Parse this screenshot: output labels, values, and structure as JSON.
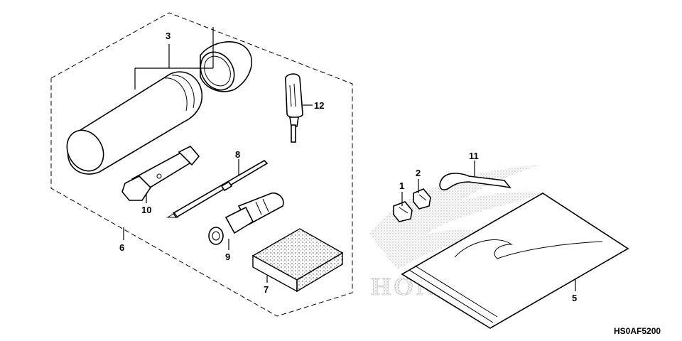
{
  "diagram": {
    "code": "HS0AF5200",
    "watermark": "HONDA",
    "callouts": {
      "c1": "1",
      "c2": "2",
      "c3": "3",
      "c5": "5",
      "c6": "6",
      "c7": "7",
      "c8": "8",
      "c9": "9",
      "c10": "10",
      "c11": "11",
      "c12": "12"
    },
    "parts": [
      "clip",
      "clip",
      "tool-case",
      "tool-bag",
      "tool-kit",
      "sponge",
      "screwdriver",
      "spark-plug-wrench",
      "socket-wrench",
      "hook-wrench",
      "screwdriver-handle"
    ]
  }
}
